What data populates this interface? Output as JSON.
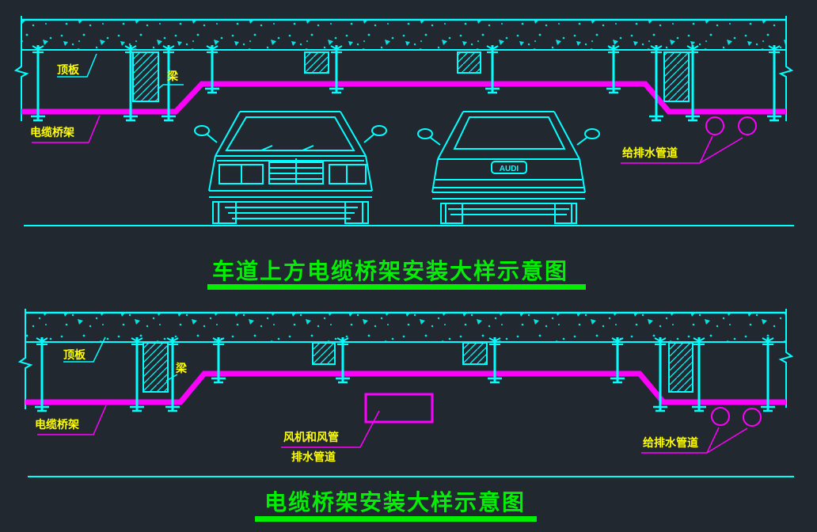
{
  "window": {
    "type": "cad-drawing-viewport",
    "background_color": "#212830"
  },
  "palette": {
    "line_cyan": "#00ffff",
    "tray_magenta": "#ff00ff",
    "label_yellow": "#ffff00",
    "title_green": "#00ee00"
  },
  "top_diagram": {
    "title": "车道上方电缆桥架安装大样示意图",
    "labels": {
      "slab": "顶板",
      "beam": "梁",
      "cable_tray": "电缆桥架",
      "supply_drain_pipes": "给排水管道",
      "car_badge": "AUDI"
    }
  },
  "bottom_diagram": {
    "title": "电缆桥架安装大样示意图",
    "labels": {
      "slab": "顶板",
      "beam": "梁",
      "cable_tray": "电缆桥架",
      "fan_and_duct": "风机和风管",
      "drain_pipe": "排水管道",
      "supply_drain_pipes": "给排水管道"
    }
  }
}
